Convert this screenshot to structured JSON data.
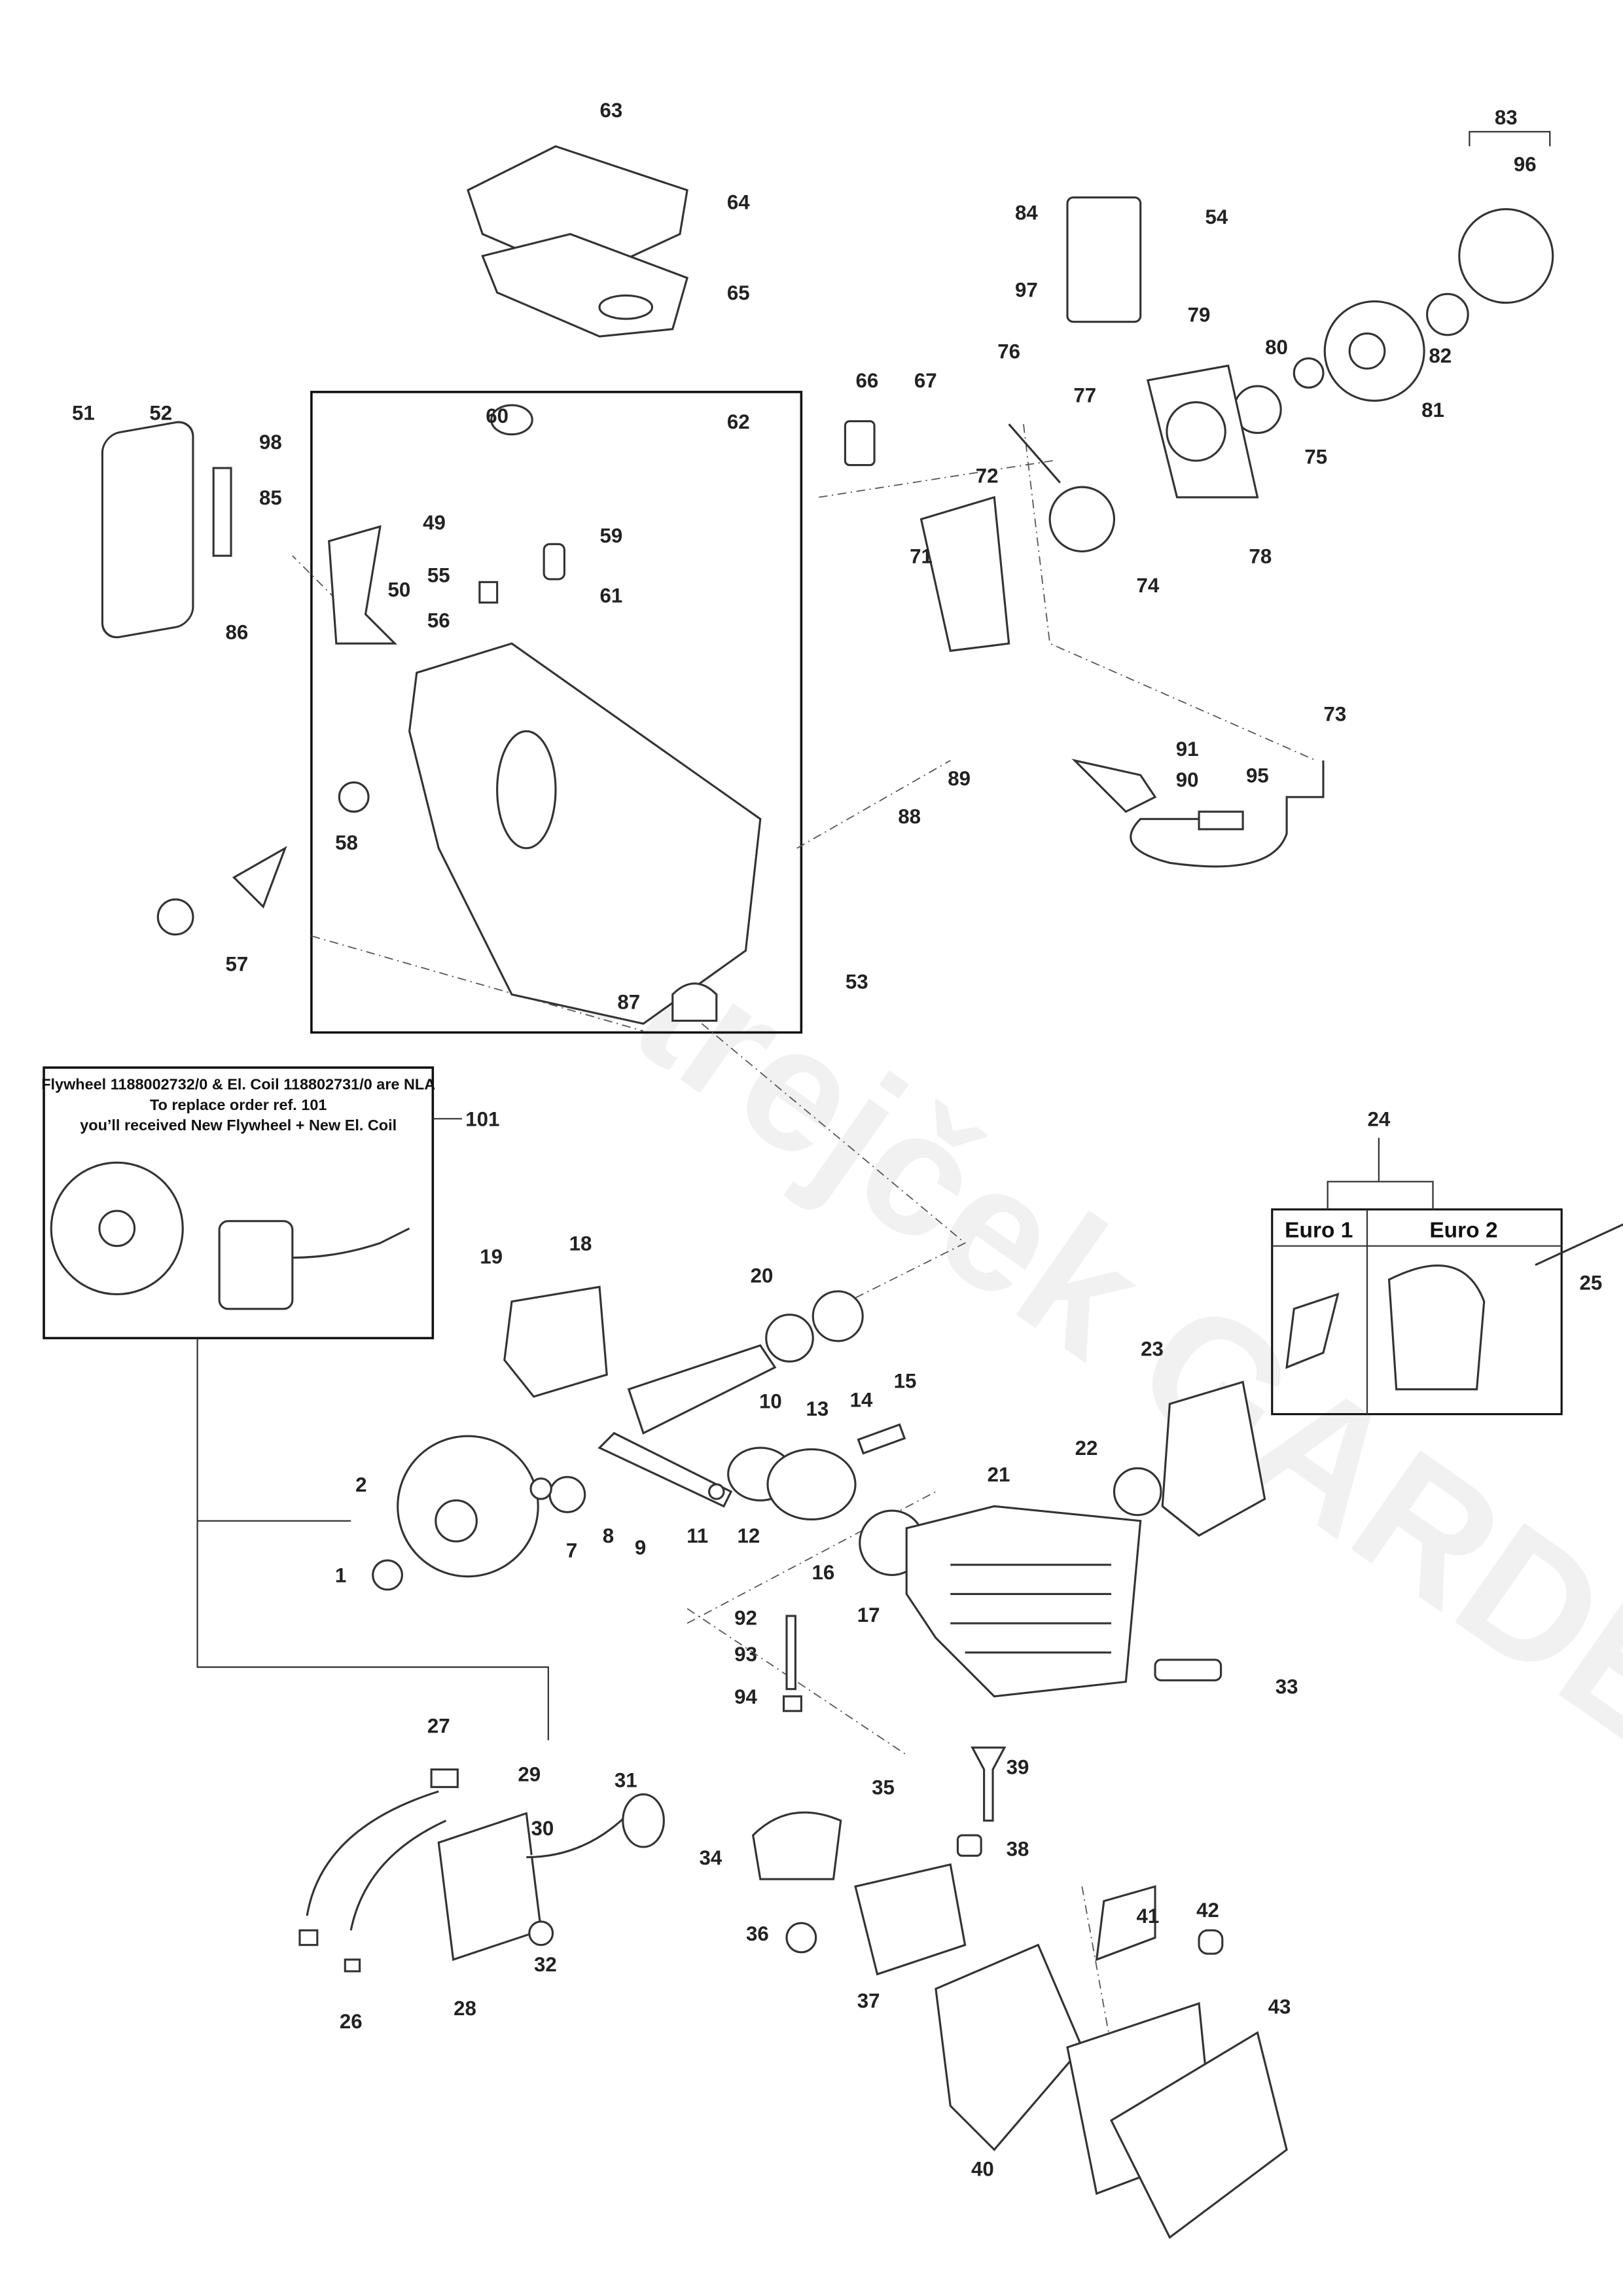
{
  "diagram": {
    "type": "exploded parts diagram",
    "watermark": "Strejček GARDEN",
    "note_box": {
      "ref": "101",
      "lines": [
        "Flywheel 1188002732/0 & El. Coil 118802731/0 are NLA",
        "To replace order ref. 101",
        "you’ll received New Flywheel + New El. Coil"
      ]
    },
    "variant_box": {
      "ref": "24",
      "columns": [
        "Euro 1",
        "Euro 2"
      ]
    },
    "part_labels": [
      "63",
      "64",
      "65",
      "84",
      "54",
      "97",
      "83",
      "96",
      "79",
      "80",
      "82",
      "81",
      "66",
      "67",
      "76",
      "77",
      "75",
      "72",
      "71",
      "74",
      "78",
      "51",
      "52",
      "98",
      "85",
      "86",
      "60",
      "62",
      "49",
      "59",
      "50",
      "55",
      "61",
      "56",
      "58",
      "57",
      "53",
      "87",
      "89",
      "88",
      "73",
      "91",
      "90",
      "95",
      "25",
      "23",
      "19",
      "18",
      "20",
      "10",
      "13",
      "14",
      "15",
      "2",
      "7",
      "8",
      "9",
      "11",
      "12",
      "1",
      "21",
      "22",
      "16",
      "17",
      "92",
      "93",
      "94",
      "33",
      "27",
      "29",
      "31",
      "30",
      "35",
      "39",
      "38",
      "34",
      "41",
      "42",
      "36",
      "32",
      "26",
      "28",
      "37",
      "43",
      "40"
    ]
  }
}
